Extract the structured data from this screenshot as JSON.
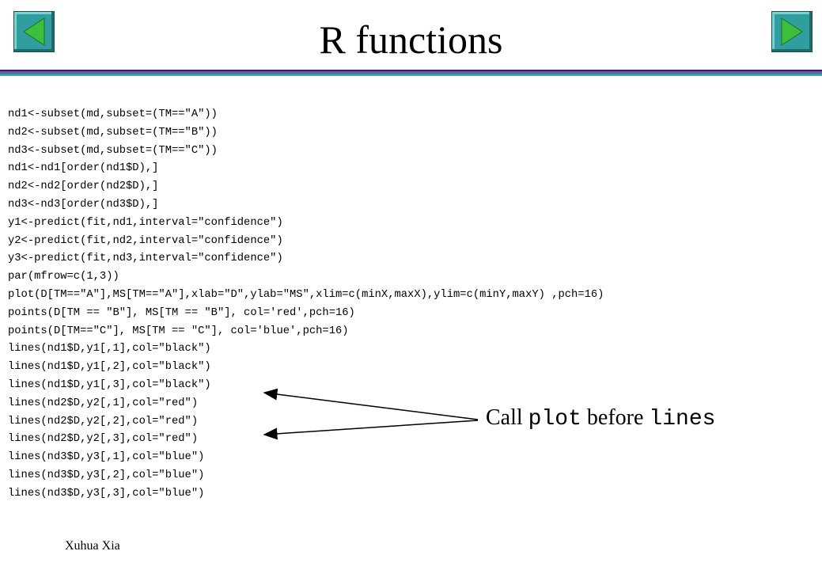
{
  "slide": {
    "title": "R functions",
    "footer": "Xuhua Xia"
  },
  "nav": {
    "prev_icon": "triangle-left-icon",
    "next_icon": "triangle-right-icon",
    "button_color": "#2f9e9e",
    "triangle_color": "#3cbf3c"
  },
  "code_lines": [
    "nd1<-subset(md,subset=(TM==\"A\"))",
    "nd2<-subset(md,subset=(TM==\"B\"))",
    "nd3<-subset(md,subset=(TM==\"C\"))",
    "nd1<-nd1[order(nd1$D),]",
    "nd2<-nd2[order(nd2$D),]",
    "nd3<-nd3[order(nd3$D),]",
    "y1<-predict(fit,nd1,interval=\"confidence\")",
    "y2<-predict(fit,nd2,interval=\"confidence\")",
    "y3<-predict(fit,nd3,interval=\"confidence\")",
    "par(mfrow=c(1,3))",
    "plot(D[TM==\"A\"],MS[TM==\"A\"],xlab=\"D\",ylab=\"MS\",xlim=c(minX,maxX),ylim=c(minY,maxY) ,pch=16)",
    "points(D[TM == \"B\"], MS[TM == \"B\"], col='red',pch=16)",
    "points(D[TM==\"C\"], MS[TM == \"C\"], col='blue',pch=16)",
    "lines(nd1$D,y1[,1],col=\"black\")",
    "lines(nd1$D,y1[,2],col=\"black\")",
    "lines(nd1$D,y1[,3],col=\"black\")",
    "lines(nd2$D,y2[,1],col=\"red\")",
    "lines(nd2$D,y2[,2],col=\"red\")",
    "lines(nd2$D,y2[,3],col=\"red\")",
    "lines(nd3$D,y3[,1],col=\"blue\")",
    "lines(nd3$D,y3[,2],col=\"blue\")",
    "lines(nd3$D,y3[,3],col=\"blue\")"
  ],
  "callout": {
    "part1": "Call ",
    "part2": "plot",
    "part3": " before ",
    "part4": "lines"
  },
  "divider_colors": [
    "#3a1a6e",
    "#7a4fb0",
    "#2a8a8a",
    "#3fb0b0"
  ]
}
